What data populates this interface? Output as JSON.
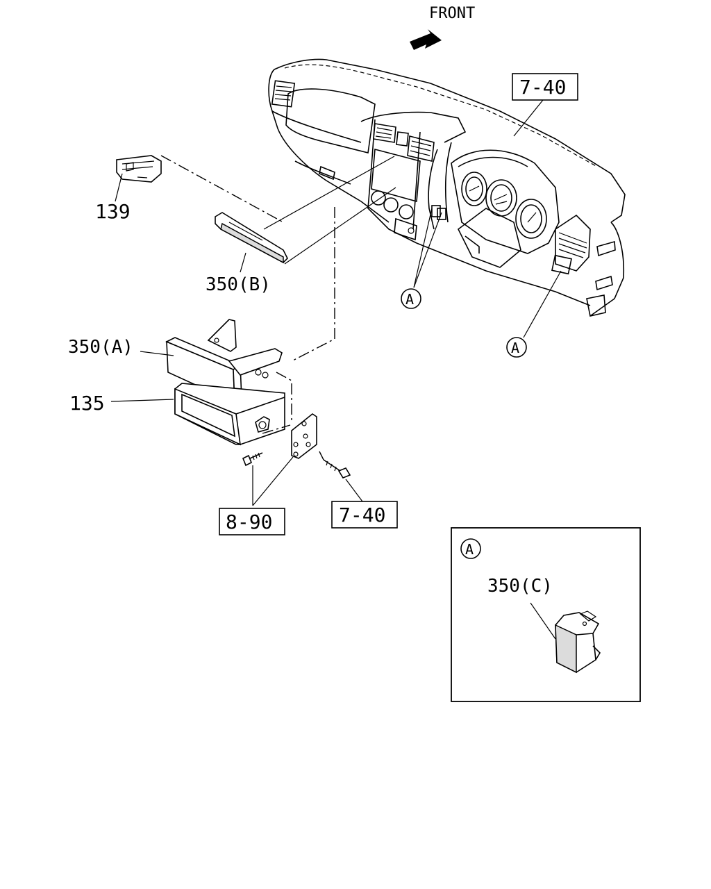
{
  "front_label": "FRONT",
  "callouts": {
    "dash_ref": "7-40",
    "part_139": "139",
    "part_350b": "350(B)",
    "part_350a": "350(A)",
    "part_135": "135",
    "screw_ref_left": "8-90",
    "screw_ref_right": "7-40",
    "detail_a_top": "A",
    "detail_a_right": "A"
  },
  "detail_box": {
    "marker": "A",
    "part_label": "350(C)"
  }
}
